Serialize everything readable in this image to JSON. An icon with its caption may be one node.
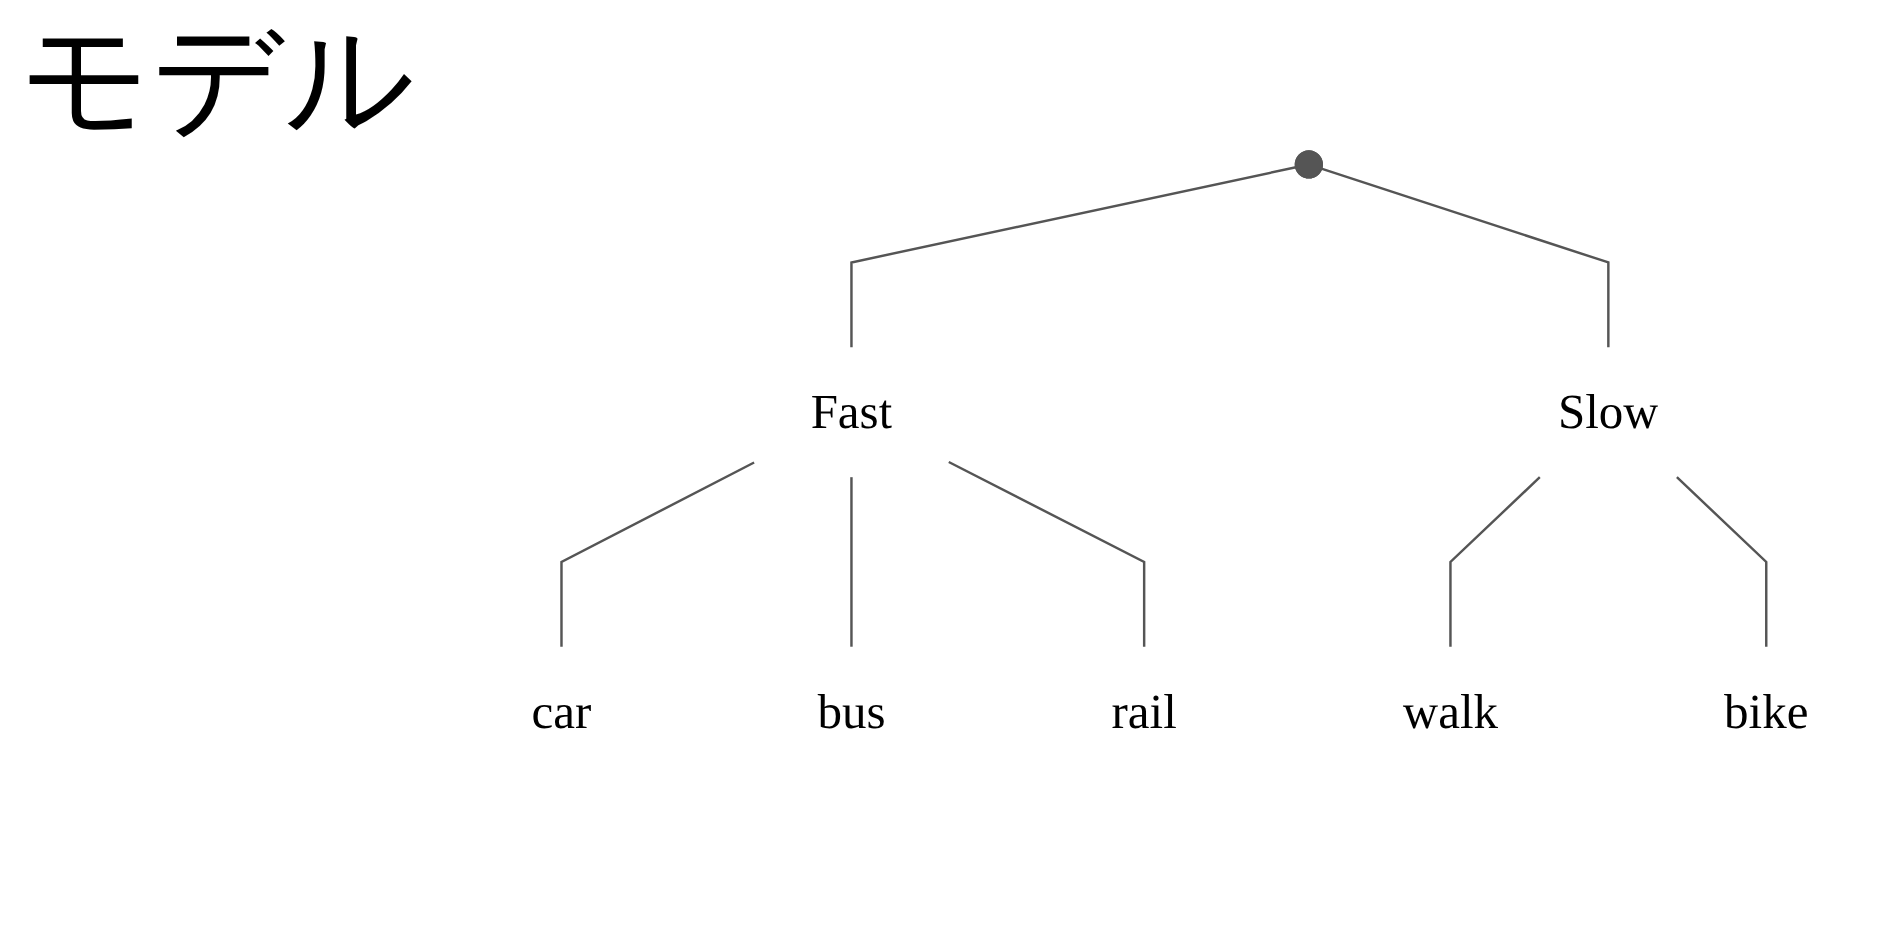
{
  "diagram": {
    "title": "モデル",
    "nodes": [
      {
        "text": [],
        "shape": "point"
      },
      {
        "text": [
          "Fast"
        ]
      },
      {
        "text": [
          "Slow"
        ]
      },
      {
        "text": [
          "car"
        ]
      },
      {
        "text": [
          "bus"
        ]
      },
      {
        "text": [
          "rail"
        ]
      },
      {
        "text": [
          "walk"
        ]
      },
      {
        "text": [
          "bike"
        ]
      }
    ],
    "edges": [
      {
        "from": 0,
        "to": 1,
        "arrow": "none"
      },
      {
        "from": 0,
        "to": 2,
        "arrow": "none"
      },
      {
        "from": 1,
        "to": 3,
        "arrow": "none"
      },
      {
        "from": 1,
        "to": 4,
        "arrow": "none"
      },
      {
        "from": 1,
        "to": 5,
        "arrow": "none"
      },
      {
        "from": 2,
        "to": 6,
        "arrow": "none"
      },
      {
        "from": 2,
        "to": 7,
        "arrow": "none"
      }
    ]
  }
}
